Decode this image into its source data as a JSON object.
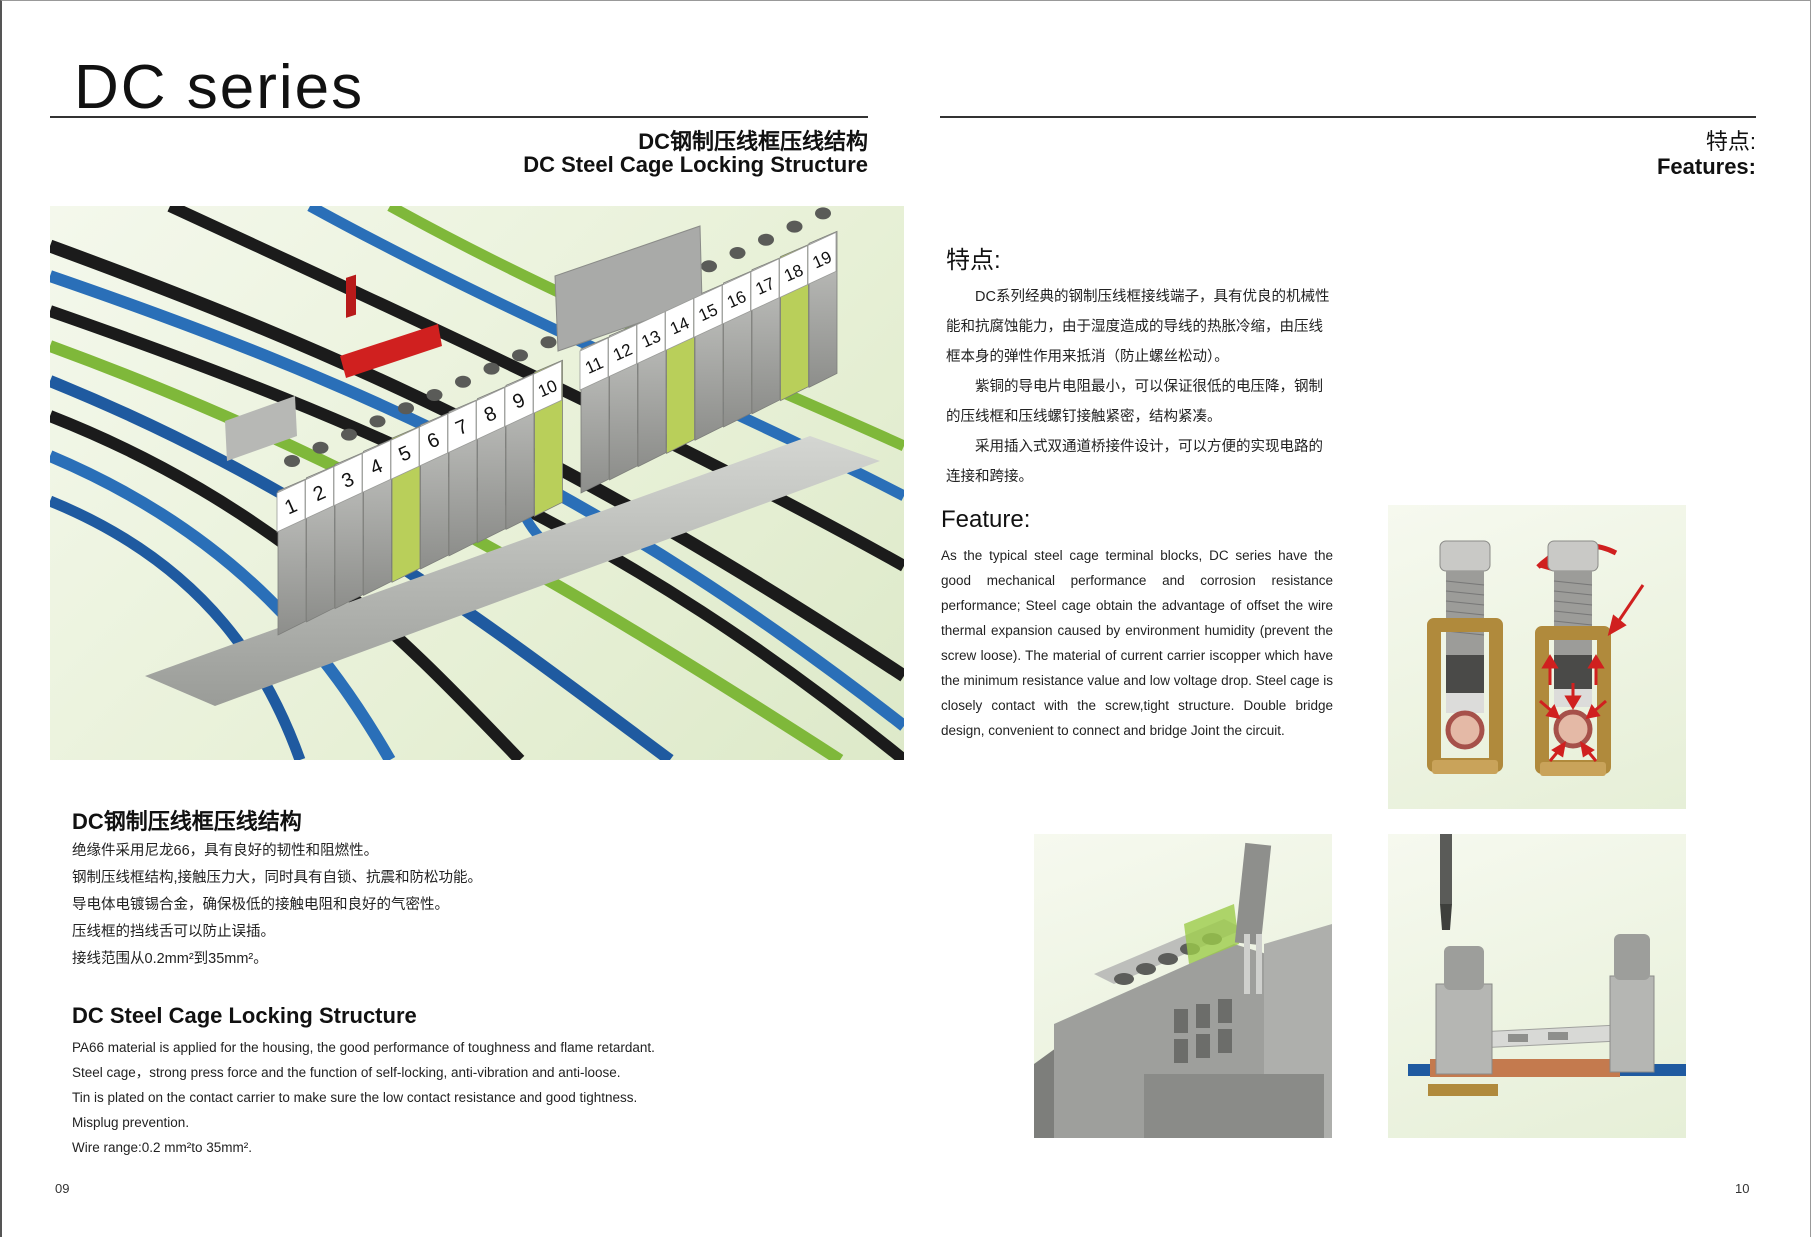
{
  "left": {
    "series_title": "DC series",
    "heading_cn": "DC钢制压线框压线结构",
    "heading_en": "DC Steel Cage Locking Structure",
    "terminal_numbers": [
      "1",
      "2",
      "3",
      "4",
      "5",
      "6",
      "7",
      "8",
      "9",
      "10",
      "11",
      "12",
      "13",
      "14",
      "15",
      "16",
      "17",
      "18",
      "19"
    ],
    "cn_section_title": "DC钢制压线框压线结构",
    "cn_lines": [
      "绝缘件采用尼龙66，具有良好的韧性和阻燃性。",
      "钢制压线框结构,接触压力大，同时具有自锁、抗震和防松功能。",
      "导电体电镀锡合金，确保极低的接触电阻和良好的气密性。",
      "压线框的挡线舌可以防止误插。",
      "接线范围从0.2mm²到35mm²。"
    ],
    "en_section_title": "DC Steel Cage Locking Structure",
    "en_lines": [
      "PA66 material is applied for the housing, the good performance of toughness and flame retardant.",
      "Steel cage，strong press force and the function of self-locking, anti-vibration and anti-loose.",
      "Tin is plated on the contact carrier to make sure the low contact resistance and good tightness.",
      "Misplug prevention.",
      "Wire range:0.2 mm²to 35mm²."
    ],
    "page_number": "09"
  },
  "right": {
    "heading_cn": "特点:",
    "heading_en": "Features:",
    "features_cn_title": "特点:",
    "features_cn_paragraphs": [
      "DC系列经典的钢制压线框接线端子，具有优良的机械性能和抗腐蚀能力，由于湿度造成的导线的热胀冷缩，由压线框本身的弹性作用来抵消（防止螺丝松动）。",
      "紫铜的导电片电阻最小，可以保证很低的电压降，钢制的压线框和压线螺钉接触紧密，结构紧凑。",
      "采用插入式双通道桥接件设计，可以方便的实现电路的连接和跨接。"
    ],
    "features_en_title": "Feature:",
    "features_en_text": "As the typical steel cage terminal blocks, DC series have the good mechanical performance and corrosion resistance performance; Steel cage obtain the advantage of offset the wire thermal expansion caused by environment humidity (prevent the screw loose). The material of current carrier iscopper which have the minimum resistance value and low voltage drop. Steel cage is closely contact with the screw,tight structure. Double bridge design, convenient to connect and bridge Joint the circuit.",
    "page_number": "10"
  },
  "colors": {
    "accent_red": "#d0201f",
    "brass": "#b08a3c",
    "terminal_gray": "#a9aaa8",
    "earth_green": "#7fb83a",
    "earth_yellow": "#e8d830",
    "wire_blue": "#1f5aa0",
    "wire_black": "#1b1b1b"
  }
}
